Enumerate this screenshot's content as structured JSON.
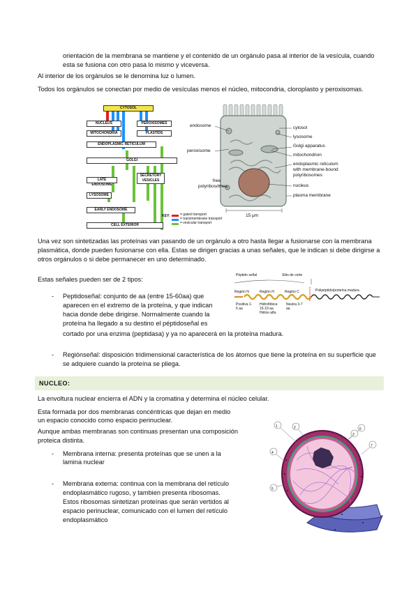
{
  "para1": "orientación de la membrana se mantiene y el contenido de un orgánulo pasa al interior de la vesícula, cuando esta se fusiona con otro pasa lo mismo y viceversa.",
  "para2": "Al interior de los orgánulos se le denomina luz o lumen.",
  "para3": "Todos los orgánulos se conectan por medio de vesículas menos el núcleo, mitocondria, cloroplasto y peroxisomas.",
  "diagram1": {
    "cytosol": "CYTOSOL",
    "nucleus": "NUCLEUS",
    "peroxisomes": "PEROXISOMES",
    "mitochondria": "MITOCHONDRIA",
    "plastids": "PLASTIDS",
    "er": "ENDOPLASMIC RETICULUM",
    "golgi": "GOLGI",
    "late_endosome": "LATE ENDOSOME",
    "secretory": "SECRETORY VESICLES",
    "lysosome": "LYSOSOME",
    "early_endosome": "EARLY ENDOSOME",
    "cell_exterior": "CELL EXTERIOR",
    "key": "KEY:",
    "key_gated": "= gated transport",
    "key_trans": "= transmembrane transport",
    "key_vesicular": "= vesicular transport",
    "colors": {
      "gated": "#e02020",
      "transmembrane": "#1e90ff",
      "vesicular": "#6cc23c"
    }
  },
  "diagram2": {
    "endosome": "endosome",
    "peroxisome": "peroxisome",
    "free_polyribosomes": "free polyribosomes",
    "cytosol": "cytosol",
    "lysosome": "lysosome",
    "golgi": "Golgi apparatus",
    "mitochondrion": "mitochondrion",
    "er": "endoplasmic reticulum with membrane-bound polyribosomes",
    "nucleus": "nucleus",
    "plasma_membrane": "plasma membrane",
    "scale": "15 μm"
  },
  "para4": "Una vez son sintetizadas las proteínas van pasando de un orgánulo a otro hasta llegar a fusionarse con la membrana plasmática, donde pueden fusionarse con ella. Estas se dirigen gracias a unas señales, que le indican si debe dirigirse a otros orgánulos o si debe permanecer en uno determinado.",
  "para5": "Estas señales pueden ser de 2 tipos:",
  "bullet1_lines": [
    "Peptidoseñal: conjunto de aa (entre 15-60aa) que",
    "aparecen en el extremo de la proteína, y que indican",
    "hacia donde debe dirigirse. Normalmente cuando la",
    "proteína ha llegado a su destino el péptidoseñal es",
    "cortado por una enzima (peptidasa)  y ya no aparecerá en la proteína madura."
  ],
  "peptide": {
    "signal": "Péptido señal",
    "cut": "Sitio de corte",
    "mature": "Polipéptido/proteína madura",
    "region_n": "Región N",
    "region_h": "Región H",
    "region_c": "Región C",
    "sub_n": "Positiva 1-5 aa",
    "sub_h": "Hidrofóbica 15-19 aa Hélice alfa",
    "sub_c": "Neutra 3-7 aa"
  },
  "bullet2_lines": [
    "Regiónseñal: disposición tridimensional característica de los átomos que tiene la proteína en su superficie que",
    "se adquiere cuando la proteína se pliega."
  ],
  "dash": "-",
  "section": "NUCLEO:",
  "para6": "La envoltura nuclear encierra el ADN y la cromatina y determina el núcleo celular.",
  "para7_lines": [
    "Esta formada por dos membranas concéntricas que dejan en medio",
    "un espacio conocido como espacio perinuclear."
  ],
  "para8_lines": [
    "Aunque ambas membranas son continuas presentan una composición",
    "proteica distinta."
  ],
  "bullet3_lines": [
    "Membrana interna: presenta proteínas que se unen a la",
    "lamina nuclear"
  ],
  "bullet4_lines": [
    "Membrana externa: continua con la membrana del retículo",
    "endoplasmático rugoso, y tambien presenta ribosomas.",
    "Estos ribosomas sintetizan proteínas que serán vertidos al",
    "espacio perinuclear, comunicado con el lumen del retículo",
    "endoplasmático"
  ],
  "nucleus_numbers": [
    "1",
    "2",
    "3",
    "4",
    "5",
    "6",
    "7"
  ]
}
